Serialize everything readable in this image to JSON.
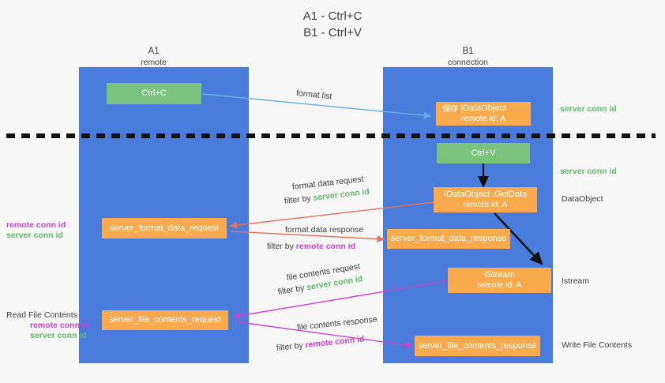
{
  "title": {
    "line1": "A1 - Ctrl+C",
    "line2": "B1 - Ctrl+V"
  },
  "colors": {
    "background": "#f7f7f7",
    "lane": "#4a7ddb",
    "node_green": "#7ac47f",
    "node_orange": "#fbab4e",
    "server_conn": "#5fba6a",
    "remote_conn": "#cc44cc",
    "arrow_blue": "#6aaee0",
    "arrow_red": "#e8705f",
    "arrow_magenta": "#cc44cc",
    "arrow_black": "#000000",
    "text": "#3d3d3d"
  },
  "columns": [
    {
      "name": "A1",
      "sub": "remote"
    },
    {
      "name": "B1",
      "sub": "connection"
    }
  ],
  "nodes": [
    {
      "id": "ctrl-c",
      "label": "Ctrl+C",
      "sub": "",
      "style": "green"
    },
    {
      "id": "idataobject",
      "label": "IDataObject",
      "sub": "remote id: A",
      "style": "orange",
      "overlay": "保存"
    },
    {
      "id": "ctrl-v",
      "label": "Ctrl+V",
      "sub": "",
      "style": "green"
    },
    {
      "id": "getdata",
      "label": "IDataObject::GetData",
      "sub": "remote id: A",
      "style": "orange"
    },
    {
      "id": "format-data-request",
      "label": "server_format_data_request",
      "sub": "",
      "style": "orange"
    },
    {
      "id": "format-data-response",
      "label": "server_format_data_response",
      "sub": "",
      "style": "orange"
    },
    {
      "id": "istream",
      "label": "IStream",
      "sub": "remote id: A",
      "style": "orange"
    },
    {
      "id": "file-contents-request",
      "label": "server_file_contents_request",
      "sub": "",
      "style": "orange"
    },
    {
      "id": "file-contents-response",
      "label": "server_file_contents_response",
      "sub": "",
      "style": "orange"
    }
  ],
  "edge_labels": {
    "format_list": "format list",
    "format_data_request": "format data request",
    "format_data_response": "format data response",
    "file_contents_request": "file contents request",
    "file_contents_response": "file contents response",
    "filter_by": "filter by",
    "server_conn_id": "server conn id",
    "remote_conn_id": "remote conn id"
  },
  "side_notes": {
    "left_upper": {
      "remote": "remote conn id",
      "server": "server conn id"
    },
    "left_lower": {
      "heading": "Read File Contents",
      "remote": "remote conn id",
      "server": "server conn id"
    }
  },
  "right_notes": [
    {
      "id": "right-server-conn-1",
      "text": "server conn id",
      "style": "green"
    },
    {
      "id": "right-server-conn-2",
      "text": "server conn id",
      "style": "green"
    },
    {
      "id": "right-dataobject",
      "text": "DataObject",
      "style": "plain"
    },
    {
      "id": "right-istream",
      "text": "Istream",
      "style": "plain"
    },
    {
      "id": "right-write-file",
      "text": "Write File Contents",
      "style": "plain"
    }
  ]
}
